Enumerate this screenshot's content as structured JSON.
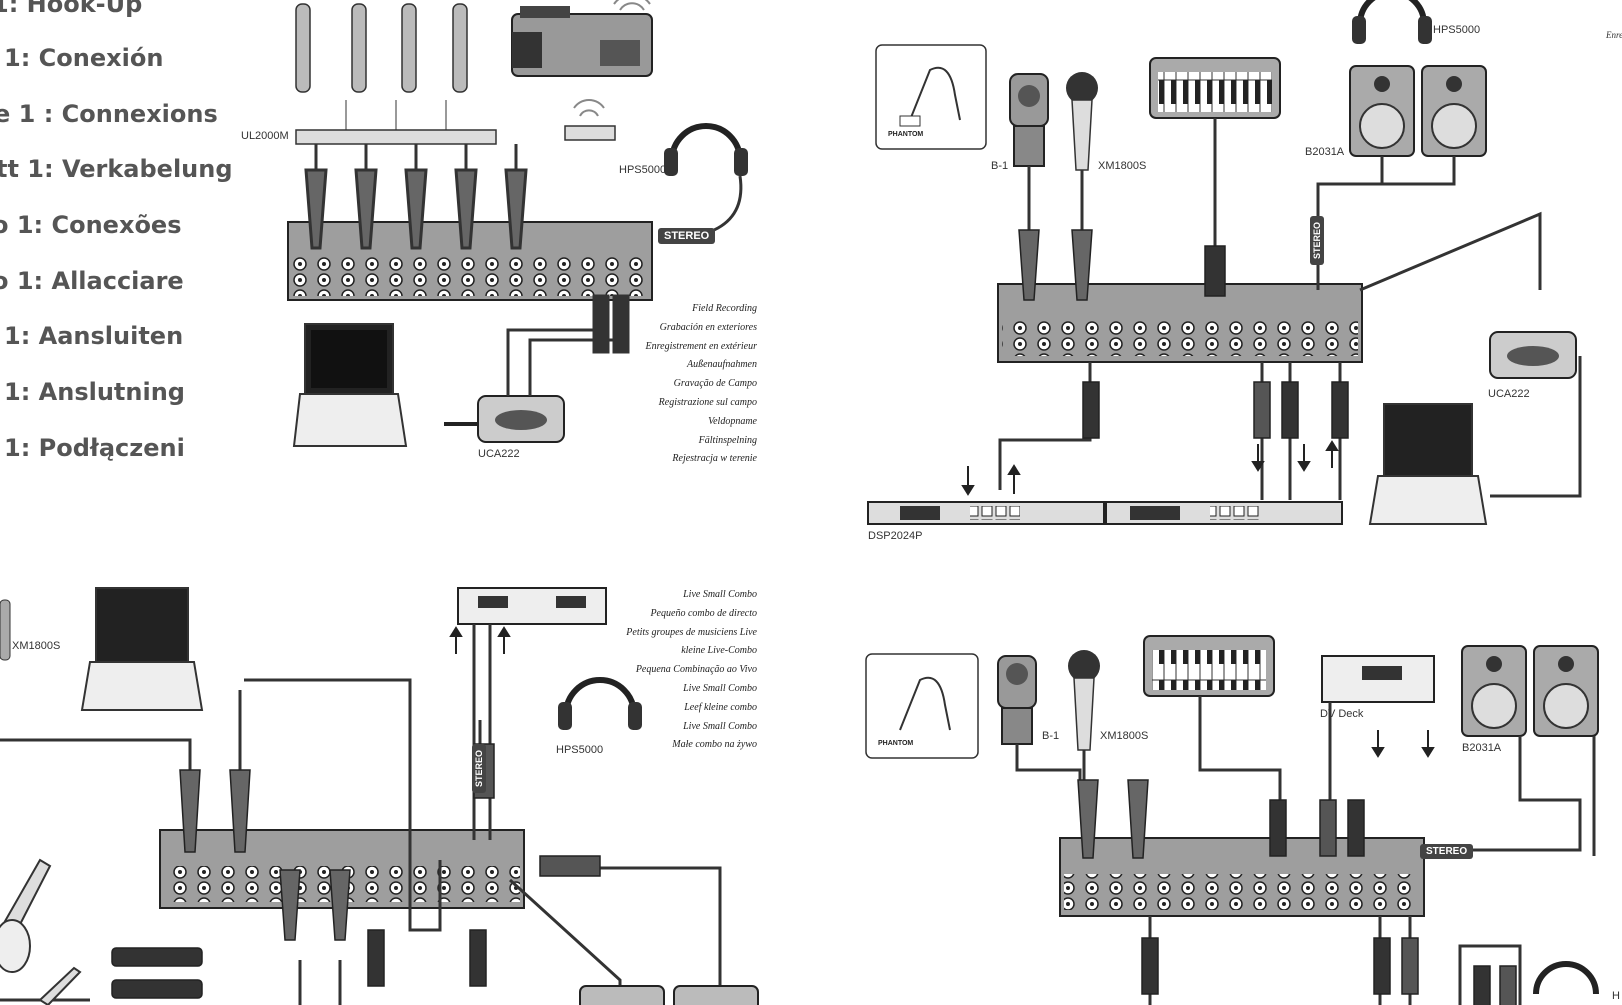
{
  "step_titles": [
    "1: Hook-Up",
    "1: Conexión",
    "e 1 : Connexions",
    "tt 1: Verkabelung",
    "o 1: Conexões",
    "o 1: Allacciare",
    "1: Aansluiten",
    "1: Anslutning",
    "1: Podłączeni"
  ],
  "field_recording": {
    "labels": {
      "ul2000m": "UL2000M",
      "hps5000": "HPS5000",
      "uca222": "UCA222",
      "stereo": "STEREO"
    },
    "captions": [
      "Field Recording",
      "Grabación en exteriores",
      "Enregistrement en extérieur",
      "Außenaufnahmen",
      "Gravação de Campo",
      "Registrazione sul campo",
      "Veldopname",
      "Fältinspelning",
      "Rejestracja w terenie"
    ]
  },
  "studio_setup": {
    "labels": {
      "hps5000": "HPS5000",
      "b2031a": "B2031A",
      "b1": "B-1",
      "xm1800s": "XM1800S",
      "uca222": "UCA222",
      "dsp2024p": "DSP2024P",
      "phantom": "PHANTOM",
      "stereo": "STEREO",
      "edge_partial": "Enre"
    }
  },
  "live_combo": {
    "labels": {
      "xm1800s": "XM1800S",
      "hps5000": "HPS5000",
      "stereo": "STEREO"
    },
    "captions": [
      "Live Small Combo",
      "Pequeño combo de directo",
      "Petits groupes de musiciens Live",
      "kleine Live-Combo",
      "Pequena Combinação ao Vivo",
      "Live Small Combo",
      "Leef kleine combo",
      "Live Small Combo",
      "Małe combo na żywo"
    ]
  },
  "video_setup": {
    "labels": {
      "b1": "B-1",
      "xm1800s": "XM1800S",
      "dv_deck": "DV Deck",
      "b2031a": "B2031A",
      "phantom": "PHANTOM",
      "stereo": "STEREO",
      "edge_partial": "H"
    }
  }
}
